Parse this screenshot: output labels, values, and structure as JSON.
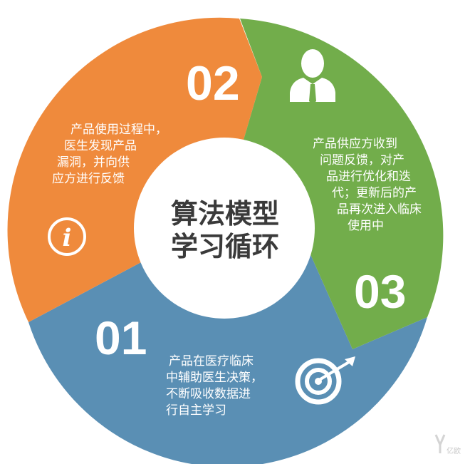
{
  "center": {
    "title_line1": "算法模型",
    "title_line2": "学习循环"
  },
  "steps": [
    {
      "number": "01",
      "color": "#5a8fb4",
      "icon": "target-icon",
      "lines": [
        "产品在医疗临床",
        "中辅助医生决策，",
        "不断吸收数据进",
        "行自主学习"
      ]
    },
    {
      "number": "02",
      "color": "#ef8a3c",
      "icon": "info-icon",
      "lines": [
        "产品使用过程中，",
        "医生发现产品",
        "漏洞，并向供",
        "应方进行反馈"
      ]
    },
    {
      "number": "03",
      "color": "#72ad4b",
      "icon": "businessman-icon",
      "lines": [
        "产品供应方收到",
        "问题反馈，对产",
        "品进行优化和迭",
        "代；更新后的产",
        "品再次进入临床",
        "使用中"
      ]
    }
  ],
  "watermark": "亿欧"
}
